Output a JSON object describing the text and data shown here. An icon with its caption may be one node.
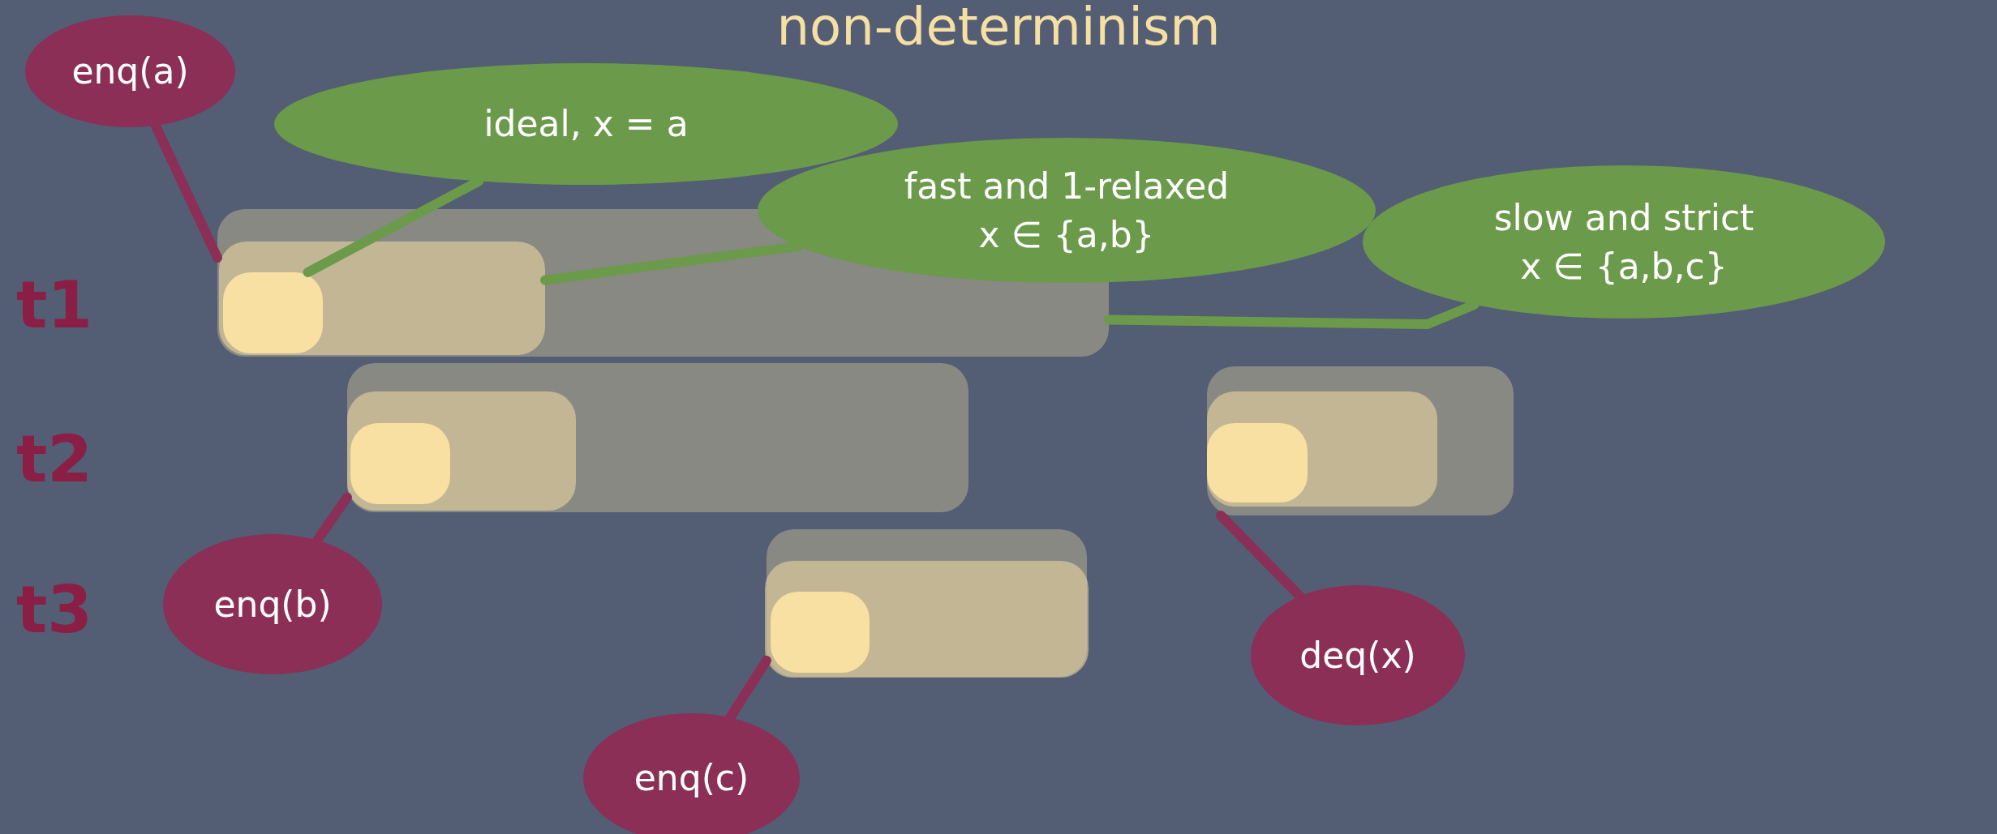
{
  "diagram": {
    "title": "non-determinism",
    "nodes": [
      {
        "text": [
          "enq(a)"
        ]
      },
      {
        "text": [
          "ideal, x = a"
        ]
      },
      {
        "text": [
          "fast and 1-relaxed",
          "x ∈ {a,b}"
        ]
      },
      {
        "text": [
          "slow and strict",
          "x ∈ {a,b,c}"
        ]
      },
      {
        "text": [],
        "shape": "bar"
      },
      {
        "text": [],
        "shape": "bar",
        "in": 4
      },
      {
        "text": [],
        "shape": "bar",
        "in": 5
      },
      {
        "text": [],
        "shape": "bar"
      },
      {
        "text": [],
        "shape": "bar",
        "in": 7
      },
      {
        "text": [],
        "shape": "bar",
        "in": 8
      },
      {
        "text": [],
        "shape": "bar"
      },
      {
        "text": [],
        "shape": "bar",
        "in": 10
      },
      {
        "text": [],
        "shape": "bar",
        "in": 11
      },
      {
        "text": [
          "enq(b)"
        ]
      },
      {
        "text": [],
        "shape": "bar"
      },
      {
        "text": [],
        "shape": "bar",
        "in": 14
      },
      {
        "text": [],
        "shape": "bar",
        "in": 15
      },
      {
        "text": [
          "deq(x)"
        ]
      },
      {
        "text": [
          "enq(c)"
        ]
      }
    ],
    "edges": [
      {
        "from": 0,
        "to": 4,
        "arrow": "none"
      },
      {
        "from": 1,
        "to": 6,
        "arrow": "none",
        "color": "#6a9a4a"
      },
      {
        "from": 2,
        "to": 5,
        "arrow": "none",
        "color": "#6a9a4a"
      },
      {
        "from": 3,
        "to": 4,
        "arrow": "none",
        "color": "#6a9a4a"
      },
      {
        "from": 13,
        "to": 7,
        "arrow": "none"
      },
      {
        "from": 17,
        "to": 10,
        "arrow": "none"
      },
      {
        "from": 18,
        "to": 14,
        "arrow": "none"
      }
    ],
    "labels": [
      "t1",
      "t2",
      "t3"
    ]
  }
}
